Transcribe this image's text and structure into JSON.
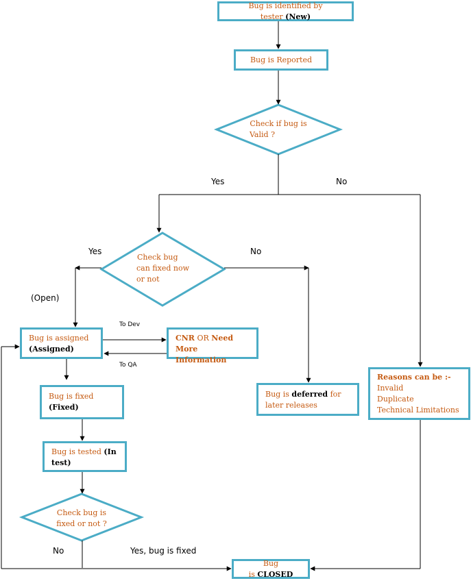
{
  "nodes": {
    "identified": {
      "text": "Bug is identified by tester",
      "bold": "(New)"
    },
    "reported": {
      "text": "Bug is Reported"
    },
    "valid": {
      "line1": "Check if bug is",
      "line2": "Valid ?"
    },
    "can_fix": {
      "line1": "Check bug",
      "line2": "can fixed now",
      "line3": "or not"
    },
    "assigned": {
      "text": "Bug is assigned",
      "bold": "(Assigned)"
    },
    "cnr": {
      "bold1": "CNR",
      "mid": "OR",
      "bold2": "Need",
      "bold3": "More Information"
    },
    "fixed": {
      "text": "Bug is fixed",
      "bold": "(Fixed)"
    },
    "tested": {
      "text": "Bug is tested",
      "bold1": "(In",
      "bold2": "test)"
    },
    "check_fixed": {
      "line1": "Check bug is",
      "line2": "fixed or not ?"
    },
    "deferred": {
      "pre": "Bug is",
      "bold": "deferred",
      "post": "for",
      "line2": "later releases"
    },
    "reasons": {
      "title": "Reasons can be :-",
      "items": [
        "Invalid",
        "Duplicate",
        "Technical Limitations"
      ]
    },
    "closed": {
      "pre": "Bug is",
      "bold": "CLOSED"
    }
  },
  "labels": {
    "yes_valid": "Yes",
    "no_valid": "No",
    "yes_fix": "Yes",
    "no_fix": "No",
    "open": "(Open)",
    "to_dev": "To Dev",
    "to_qa": "To QA",
    "no_retest": "No",
    "yes_fixed": "Yes, bug is fixed"
  },
  "colors": {
    "border": "#4bacc6",
    "text": "#c55a11",
    "line": "#000000"
  }
}
